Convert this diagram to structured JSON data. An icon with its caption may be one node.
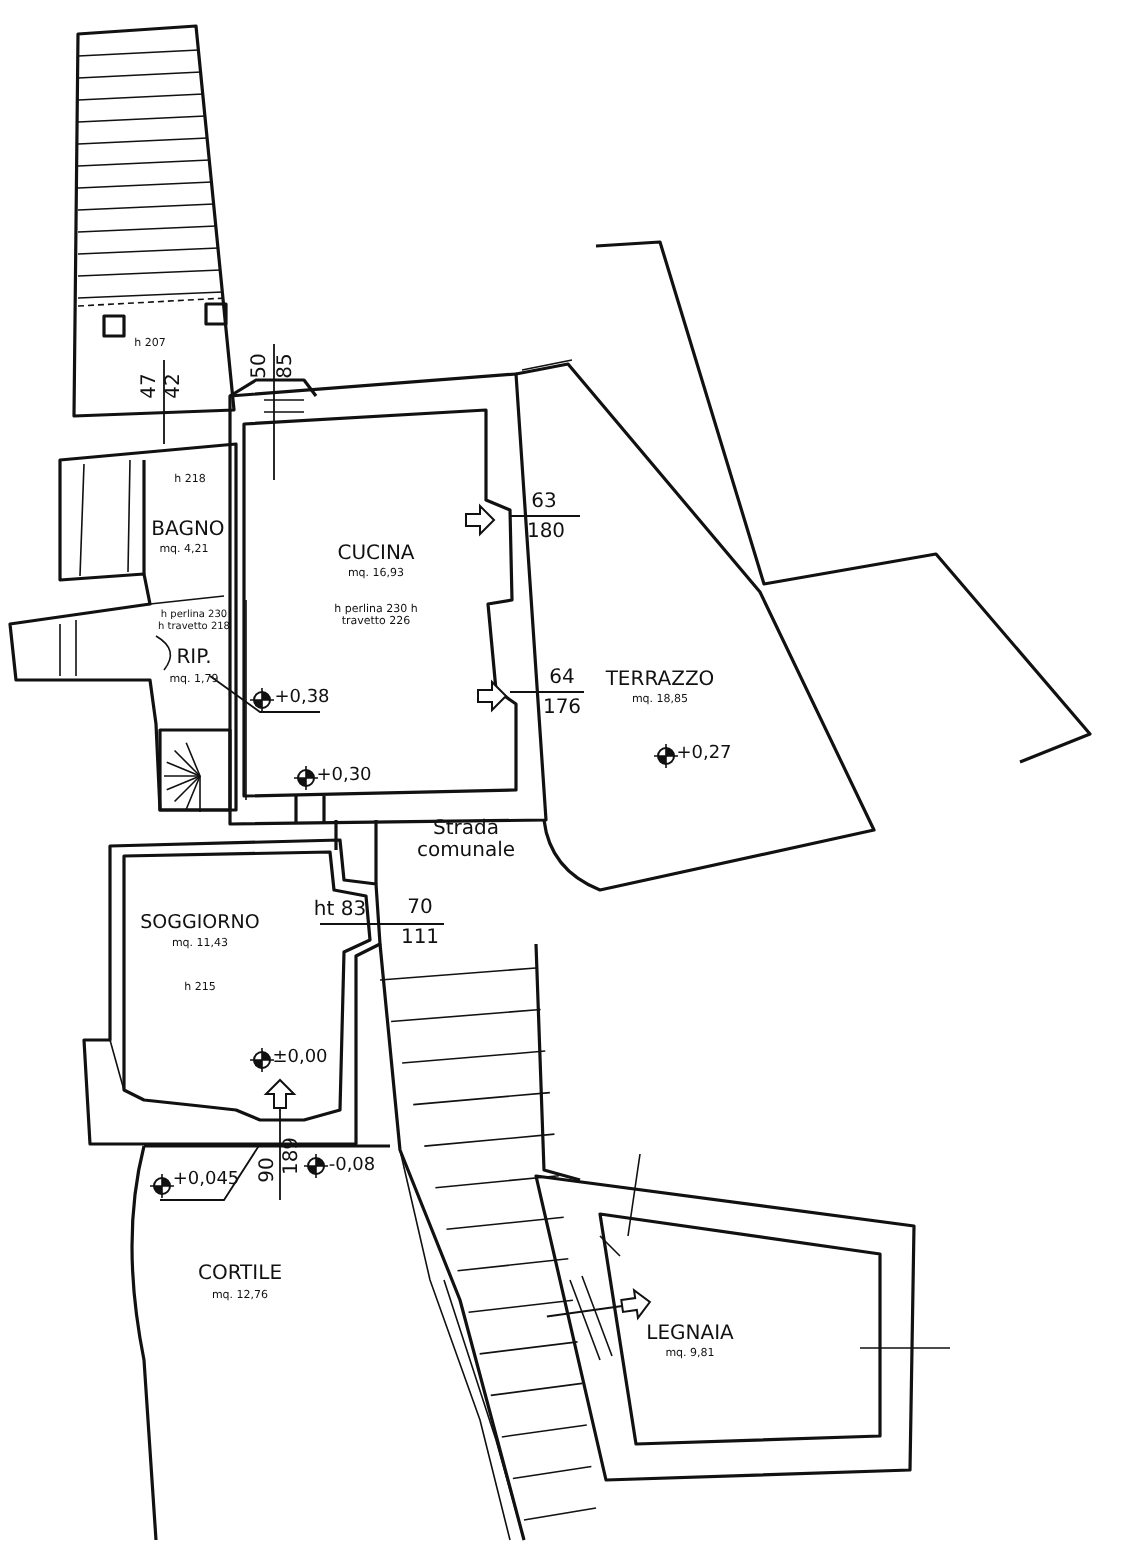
{
  "diagram": {
    "nodes": [
      {
        "text": [
          "h 218",
          "BAGNO",
          "mq. 4,21"
        ]
      },
      {
        "text": [
          "CUCINA",
          "mq. 16,93",
          "h perlina 230 h travetto 226"
        ]
      },
      {
        "text": [
          "h perlina 230 h travetto 218",
          "RIP.",
          "mq. 1,79"
        ]
      },
      {
        "text": [
          "TERRAZZO",
          "mq. 18,85"
        ]
      },
      {
        "text": [
          "SOGGIORNO",
          "mq. 11,43",
          "h 215"
        ]
      },
      {
        "text": [
          "CORTILE",
          "mq. 12,76"
        ]
      },
      {
        "text": [
          "LEGNAIA",
          "mq. 9,81"
        ]
      }
    ],
    "labels": [
      "h 207",
      "47",
      "42",
      "50",
      "85",
      "63",
      "180",
      "+0,38",
      "64",
      "176",
      "+0,30",
      "+0,27",
      "Strada comunale",
      "ht 83",
      "70",
      "111",
      "±0,00",
      "+0,045",
      "90",
      "189",
      "-0,08"
    ]
  }
}
